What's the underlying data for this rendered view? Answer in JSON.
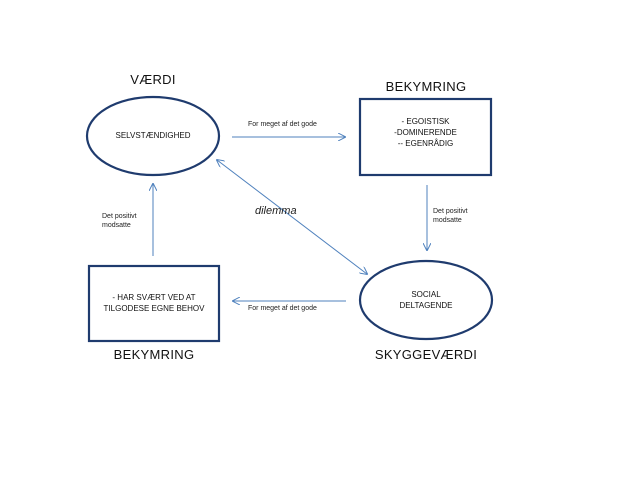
{
  "headings": {
    "top_left": "VÆRDI",
    "top_right": "BEKYMRING",
    "bottom_left": "BEKYMRING",
    "bottom_right": "SKYGGEVÆRDI"
  },
  "nodes": {
    "value": {
      "lines": [
        "SELVSTÆNDIGHED"
      ]
    },
    "concern_right": {
      "lines": [
        "- EGOISTISK",
        "-DOMINERENDE",
        "-- EGENRÅDIG"
      ]
    },
    "shadow_value": {
      "lines": [
        "SOCIAL",
        "DELTAGENDE"
      ]
    },
    "concern_left": {
      "lines": [
        "- HAR SVÆRT VED AT",
        "TILGODESE EGNE BEHOV"
      ]
    }
  },
  "edges": {
    "top_label": "For meget af det gode",
    "bottom_label": "For meget af det gode",
    "right_label": [
      "Det positivt",
      "modsatte"
    ],
    "left_label": [
      "Det positivt",
      "modsatte"
    ],
    "diagonal_label": "dilemma"
  },
  "colors": {
    "shape_stroke": "#1f3b6e",
    "arrow": "#4f81bd"
  }
}
